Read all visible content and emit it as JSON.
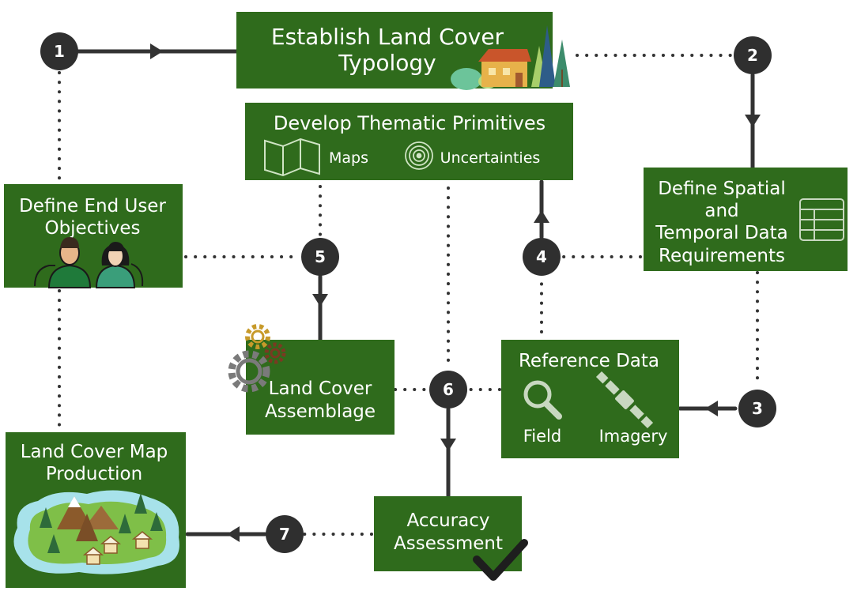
{
  "boxes": {
    "establish": {
      "line1": "Establish Land Cover",
      "line2": "Typology"
    },
    "primitives": {
      "title": "Develop Thematic Primitives",
      "maps_label": "Maps",
      "uncertainties_label": "Uncertainties"
    },
    "end_user": {
      "line1": "Define End User",
      "line2": "Objectives"
    },
    "spatial": {
      "line1": "Define Spatial",
      "line2": "and",
      "line3": "Temporal Data",
      "line4": "Requirements"
    },
    "assemblage": {
      "line1": "Land Cover",
      "line2": "Assemblage"
    },
    "reference": {
      "title": "Reference Data",
      "field_label": "Field",
      "imagery_label": "Imagery"
    },
    "production": {
      "line1": "Land Cover Map",
      "line2": "Production"
    },
    "accuracy": {
      "line1": "Accuracy",
      "line2": "Assessment"
    }
  },
  "steps": [
    "1",
    "2",
    "3",
    "4",
    "5",
    "6",
    "7"
  ],
  "colors": {
    "box": "#2f6b1c",
    "node": "#2f2f2f",
    "line": "#333333"
  },
  "icons": [
    "houses-trees-icon",
    "map-icon",
    "target-icon",
    "people-icon",
    "table-icon",
    "gears-icon",
    "magnifier-icon",
    "satellite-icon",
    "landscape-island-icon",
    "checkmark-icon"
  ]
}
